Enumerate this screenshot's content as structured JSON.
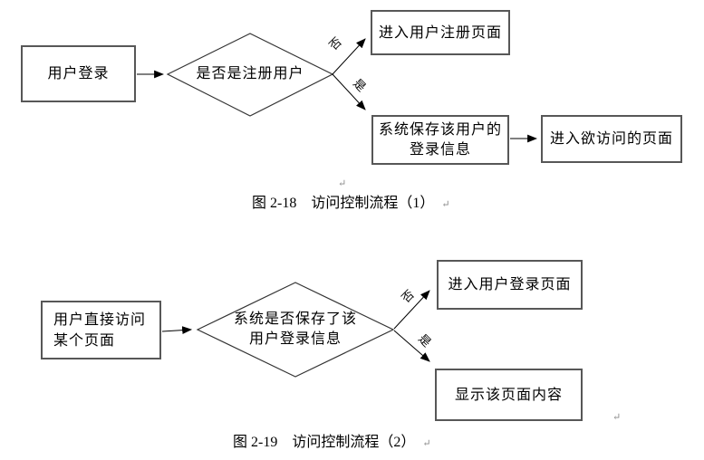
{
  "chart1": {
    "caption": "图 2-18　访问控制流程（1）",
    "nodes": {
      "start": "用户登录",
      "decision": "是否是注册用户",
      "register": "进入用户注册页面",
      "save_line1": "系统保存该用户的",
      "save_line2": "登录信息",
      "target": "进入欲访问的页面"
    },
    "labels": {
      "no": "否",
      "yes": "是"
    }
  },
  "chart2": {
    "caption": "图 2-19　访问控制流程（2）",
    "nodes": {
      "start_line1": "用户直接访问",
      "start_line2": "某个页面",
      "decision_line1": "系统是否保存了该",
      "decision_line2": "用户登录信息",
      "login": "进入用户登录页面",
      "show": "显示该页面内容"
    },
    "labels": {
      "no": "否",
      "yes": "是"
    }
  },
  "marks": {
    "paragraph": "↵"
  },
  "colors": {
    "box_border": "#575757",
    "line": "#000000",
    "text": "#000000",
    "mark": "#8a8a8a",
    "background": "#ffffff"
  }
}
